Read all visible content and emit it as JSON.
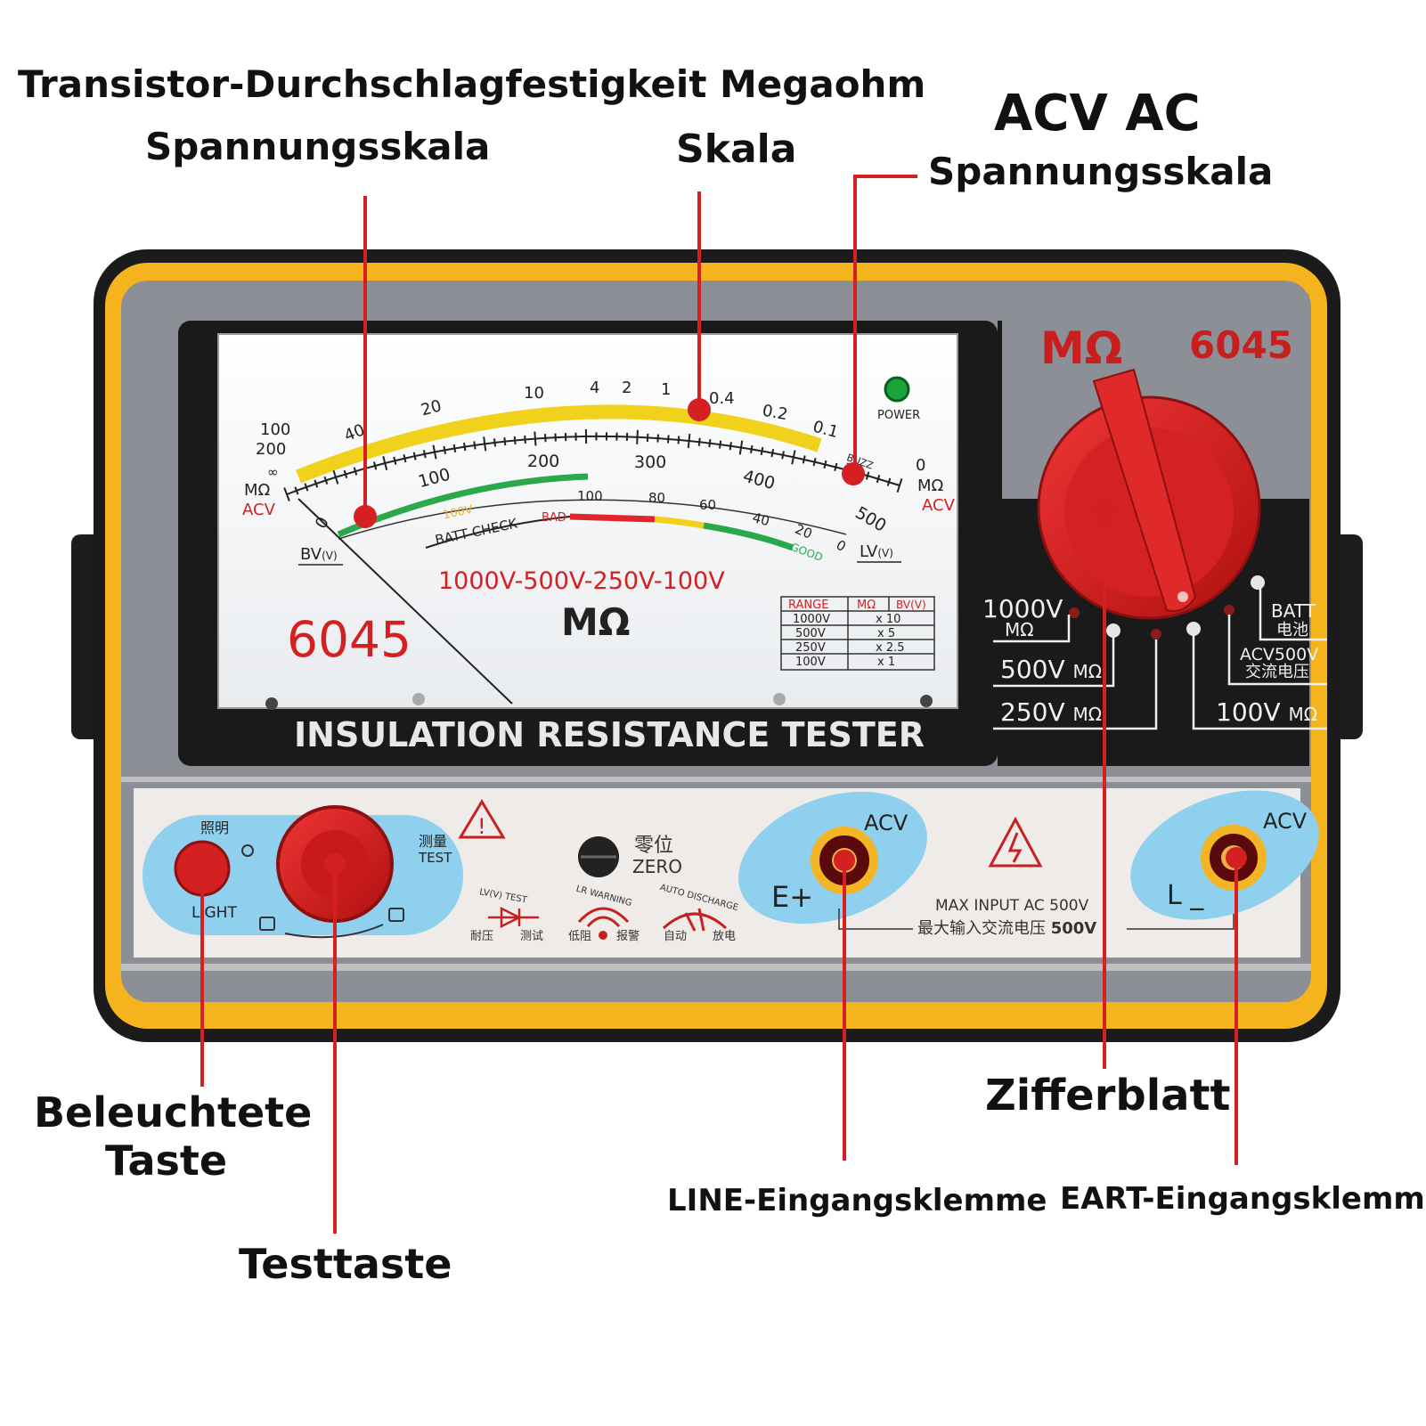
{
  "callouts": {
    "transistor_line1": "Transistor-Durchschlagfestigkeit Megaohm",
    "transistor_line2": "Spannungsskala",
    "skala": "Skala",
    "acv_line1": "ACV AC",
    "acv_line2": "Spannungsskala",
    "light_line1": "Beleuchtete",
    "light_line2": "Taste",
    "test": "Testtaste",
    "line_terminal": "LINE-Eingangsklemme",
    "dial": "Zifferblatt",
    "eart_terminal": "EART-Eingangsklemme"
  },
  "meter": {
    "model": "6045",
    "brand_unit": "MΩ",
    "power_label": "POWER",
    "scale_top": [
      "100",
      "40",
      "20",
      "10",
      "4",
      "2",
      "1",
      "0.4",
      "0.2",
      "0.1",
      "0"
    ],
    "top_left_labels": [
      "200",
      "∞"
    ],
    "mohm_left": "MΩ",
    "acv_left": "ACV",
    "mohm_right": "MΩ",
    "acv_right": "ACV",
    "scale_mid": [
      "0",
      "100",
      "200",
      "300",
      "400",
      "500"
    ],
    "buzz": "BUZZ",
    "scale_lv": [
      "100",
      "80",
      "60",
      "40",
      "20",
      "0"
    ],
    "batt_check": "BATT CHECK",
    "v100": "100V",
    "bad": "BAD",
    "good": "GOOD",
    "bv": "BV",
    "bv_unit": "(V)",
    "lv": "LV",
    "lv_unit": "(V)",
    "ranges_line": "1000V-500V-250V-100V",
    "big_unit": "MΩ",
    "range_table": {
      "headers": [
        "RANGE",
        "MΩ",
        "BV(V)"
      ],
      "rows": [
        [
          "1000V",
          "x 10"
        ],
        [
          "500V",
          "x 5"
        ],
        [
          "250V",
          "x 2.5"
        ],
        [
          "100V",
          "x 1"
        ]
      ]
    },
    "panel_title": "INSULATION RESISTANCE TESTER"
  },
  "selector": {
    "unit": "MΩ",
    "model": "6045",
    "r1000": "1000V",
    "r1000_unit": "MΩ",
    "r500": "500V",
    "r500_unit": "MΩ",
    "r250": "250V",
    "r250_unit": "MΩ",
    "batt": "BATT",
    "batt_cn": "电池",
    "acv500": "ACV500V",
    "acv500_cn": "交流电压",
    "r100": "100V",
    "r100_unit": "MΩ"
  },
  "lower_panel": {
    "light_cn": "照明",
    "light": "LIGHT",
    "test_cn": "测量",
    "test": "TEST",
    "zero_cn": "零位",
    "zero": "ZERO",
    "lv_test": "LV(V) TEST",
    "lv_test_cn": "耐压",
    "lv_test_cn2": "测试",
    "lr_warning": "LR WARNING",
    "lr_cn1": "低阻",
    "lr_cn2": "报警",
    "auto_discharge": "AUTO DISCHARGE",
    "ad_cn1": "自动",
    "ad_cn2": "放电",
    "acv_left": "ACV",
    "e_plus": "E+",
    "max_input": "MAX INPUT",
    "ac500": "AC 500V",
    "max_input_cn": "最大输入交流电压",
    "max_input_cn_val": "500V",
    "acv_right": "ACV",
    "l_minus": "L _"
  },
  "colors": {
    "accent_red": "#d42020",
    "case_yellow": "#f5b41e",
    "case_dark": "#1b1b1b",
    "panel_gray": "#8d8f96",
    "scale_yellow": "#f0d21c",
    "scale_green": "#2aa84a",
    "terminal_blue": "#8fd0ef"
  }
}
